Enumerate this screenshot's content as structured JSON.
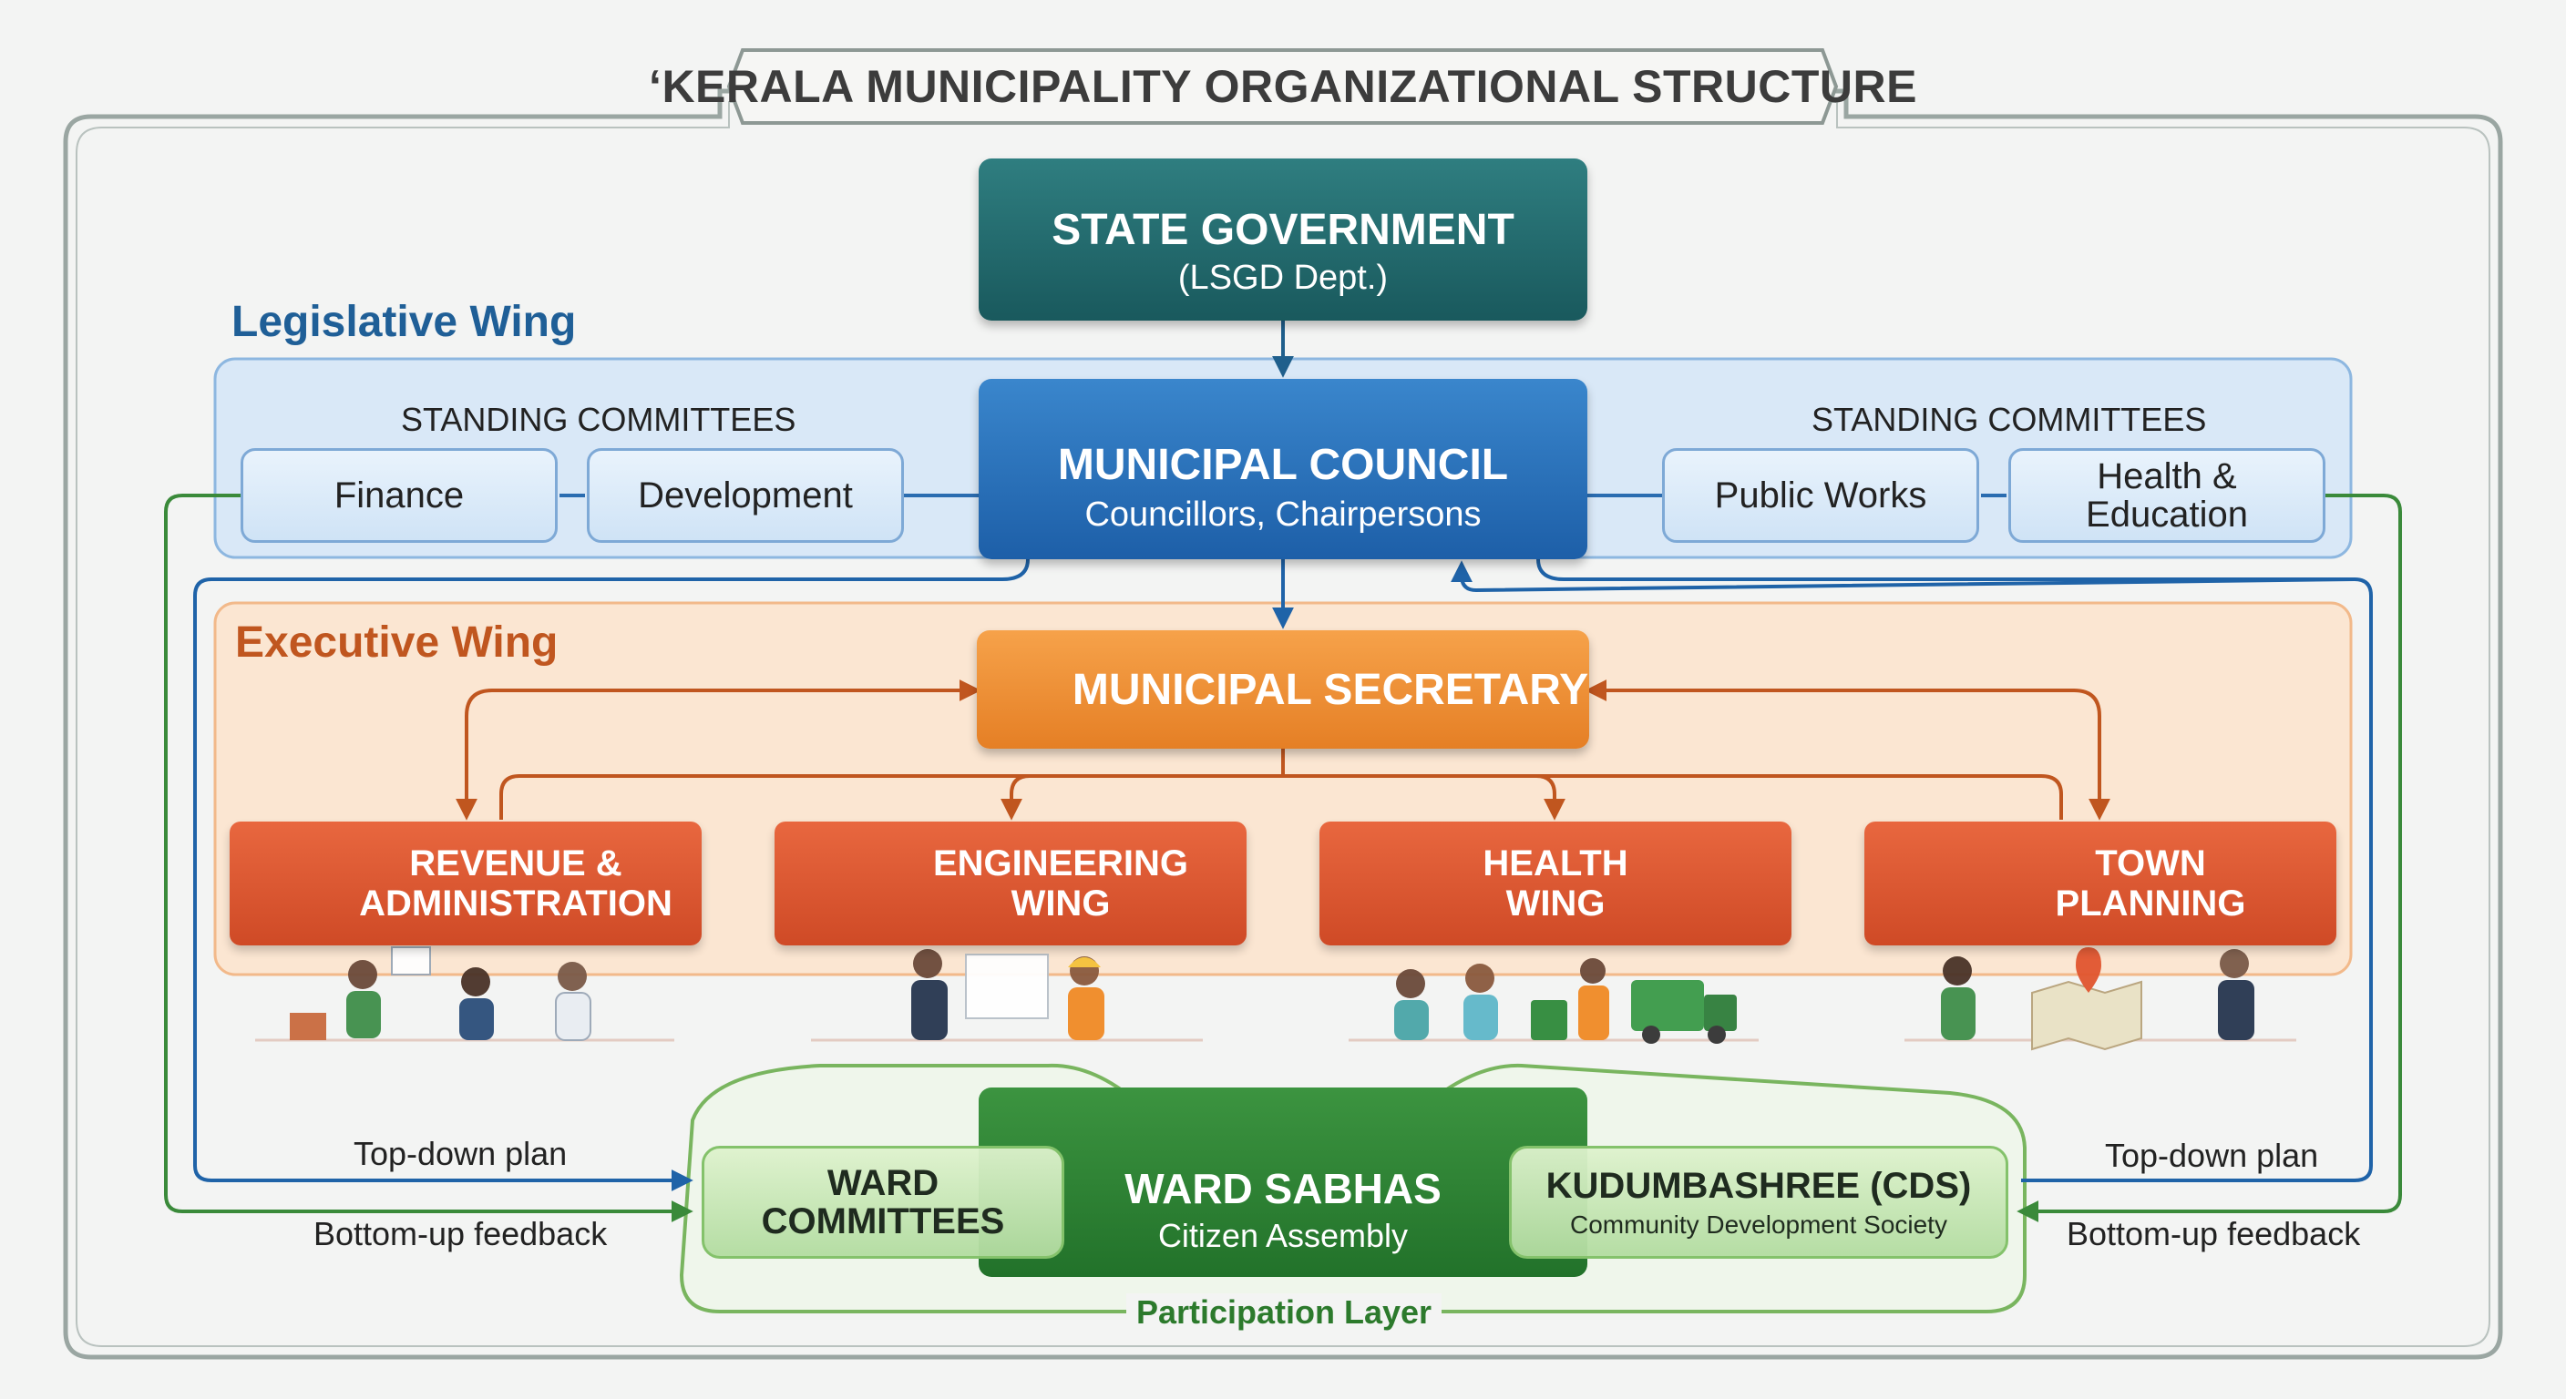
{
  "title": "‘KERALA MUNICIPALITY ORGANIZATIONAL STRUCTURE",
  "colors": {
    "state": "#1f6468",
    "council": "#2a70b8",
    "secretary": "#ee8d33",
    "department": "#d9552f",
    "participation": "#2e7f33",
    "legislative_band": "#d9e8f7",
    "executive_band": "#fbe6d2",
    "topdown_line": "#1f63a8",
    "bottomup_line": "#3a8a3a"
  },
  "state": {
    "name": "STATE GOVERNMENT",
    "dept": "(LSGD Dept.)",
    "icon": "crown-icon"
  },
  "legislative": {
    "wing_title": "Legislative Wing",
    "committees_heading_left": "STANDING COMMITTEES",
    "committees_heading_right": "STANDING COMMITTEES",
    "committees": [
      "Finance",
      "Development",
      "Public Works",
      "Health & Education"
    ],
    "council_name": "MUNICIPAL COUNCIL",
    "council_members": "Councillors, Chairpersons",
    "council_icon": "government-building-icon"
  },
  "executive": {
    "wing_title": "Executive Wing",
    "secretary": "MUNICIPAL SECRETARY",
    "secretary_icon": "key-icon",
    "departments": [
      {
        "line1": "REVENUE &",
        "line2": "ADMINISTRATION",
        "icon": "document-icon"
      },
      {
        "line1": "ENGINEERING",
        "line2": "WING",
        "icon": "compass-icon"
      },
      {
        "line1": "HEALTH",
        "line2": "WING",
        "icon": "caduceus-icon"
      },
      {
        "line1": "TOWN",
        "line2": "PLANNING",
        "icon": "map-pin-icon"
      }
    ]
  },
  "participation": {
    "layer_label": "Participation Layer",
    "ward_sabhas": "WARD SABHAS",
    "ward_sabhas_sub": "Citizen Assembly",
    "ward_committees_line1": "WARD",
    "ward_committees_line2": "COMMITTEES",
    "kudumbashree": "KUDUMBASHREE (CDS)",
    "kudumbashree_sub": "Community Development Society",
    "icon": "people-handshake-icon"
  },
  "flows": {
    "topdown_left": "Top-down plan",
    "bottomup_left": "Bottom-up feedback",
    "topdown_right": "Top-down plan",
    "bottomup_right": "Bottom-up feedback"
  }
}
